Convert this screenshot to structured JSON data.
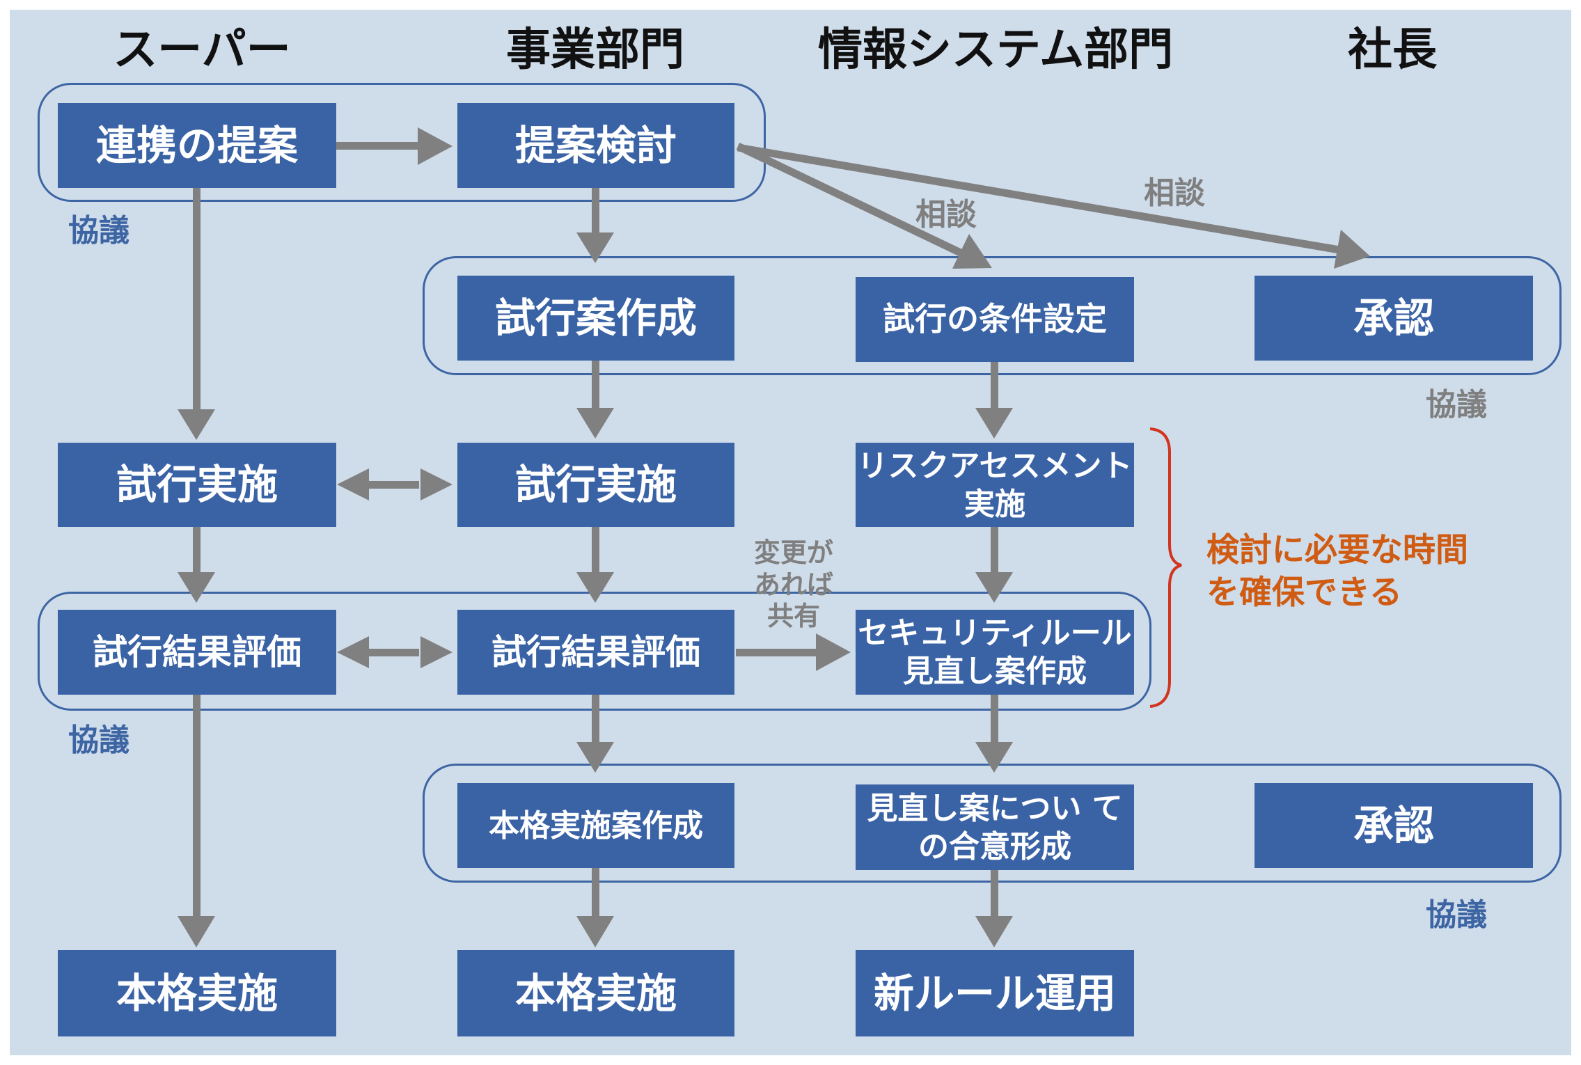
{
  "columns": {
    "super": "スーパー",
    "business": "事業部門",
    "is": "情報システム部門",
    "president": "社長"
  },
  "boxes": {
    "renkei": "連携の提案",
    "teian_kento": "提案検討",
    "shikoan": "試行案作成",
    "joken": "試行の条件設定",
    "shonin1": "承認",
    "jisshi_super": "試行実施",
    "jisshi_biz": "試行実施",
    "risk_line1": "リスクアセスメント",
    "risk_line2": "実施",
    "hyoka_super": "試行結果評価",
    "hyoka_biz": "試行結果評価",
    "rule_line1": "セキュリティルール",
    "rule_line2": "見直し案作成",
    "honkaku_an": "本格実施案作成",
    "goi_line1": "見直し案につい て",
    "goi_line2": "の合意形成",
    "shonin2": "承認",
    "honkaku_super": "本格実施",
    "honkaku_biz": "本格実施",
    "new_rule": "新ルール運用"
  },
  "labels": {
    "kyogi1": "協議",
    "kyogi2": "協議",
    "kyogi3": "協議",
    "kyogi4": "協議",
    "sodan1": "相談",
    "sodan2": "相談",
    "henko1": "変更が",
    "henko2": "あれば",
    "henko3": "共有",
    "note1": "検討に必要な時間",
    "note2": "を確保できる"
  },
  "colors": {
    "background": "#cfdcea",
    "box": "#3a63a6",
    "group_border": "#3d65a3",
    "arrow": "#808080",
    "kyogi_blue": "#3d65a3",
    "kyogi_gray": "#7f7f7f",
    "note_orange": "#d05c13",
    "bracket_red": "#d2341f"
  }
}
